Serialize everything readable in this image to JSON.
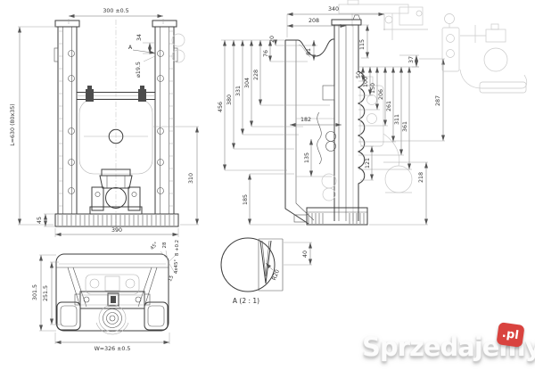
{
  "colors": {
    "line": "#3d3d3d",
    "dim_text": "#333333",
    "faint": "#c9c9c9",
    "watermark_red": "#d9433f",
    "background": "#ffffff"
  },
  "front_view": {
    "dim_width_top": "300 ±0.5",
    "dim_height_left": "L=630 (80x35)",
    "dim_base_height": "45",
    "dim_base_width": "390",
    "dim_right_height": "310",
    "dim_hole_offset": "34",
    "detail_marker": "A",
    "dim_hole_diameter": "⌀19.5"
  },
  "side_view": {
    "dim_top_width": "340",
    "dim_top_inner": "208",
    "left_dims": [
      "456",
      "380",
      "331",
      "304",
      "228",
      "76",
      "20"
    ],
    "dim_bottom_left": "185",
    "dim_notch": "81",
    "dim_post_top": "115",
    "dim_inner_width": "182",
    "dim_inner_a": "135",
    "dim_inner_b": "121",
    "right_dims": [
      "50",
      "100",
      "150",
      "206",
      "261",
      "311",
      "361"
    ],
    "dim_right_top": "37",
    "dim_right_outer": "287",
    "dim_right_bottom": "218"
  },
  "top_view": {
    "dim_height": "301.5",
    "dim_inner_height": "251.5",
    "dim_width": "W=326 ±0.5",
    "dim_chamfer_angle": "45°",
    "dim_corner_a": "28",
    "dim_corner_b": "8 +0.2",
    "dim_chamfer": "4x45°",
    "dim_corner_c": "15"
  },
  "detail_view": {
    "label": "A (2 : 1)",
    "dim_width": "40",
    "dim_radius": "R20"
  },
  "watermark": {
    "name": "Sprzedajemy",
    "tld": ".pl"
  }
}
